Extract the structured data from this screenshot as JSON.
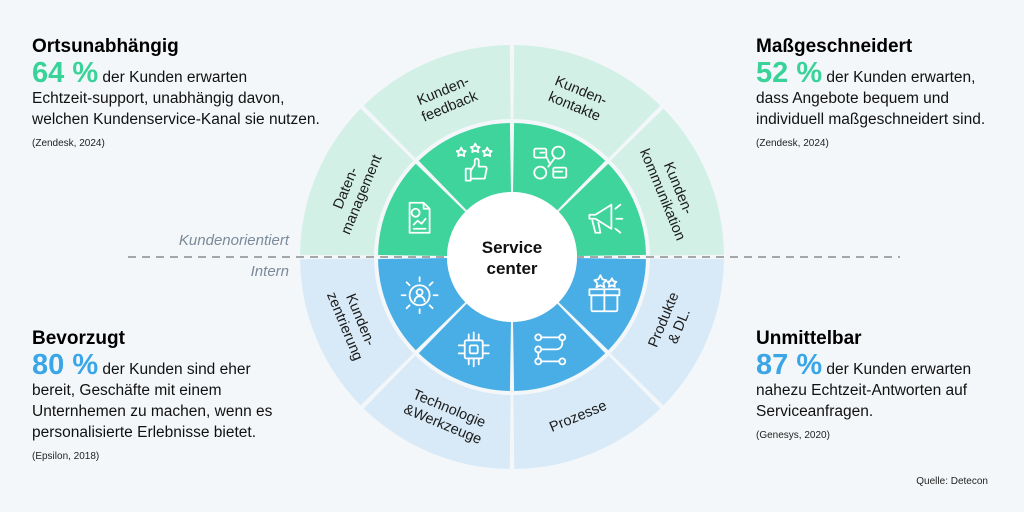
{
  "stats": {
    "top_left": {
      "title": "Ortsunabhängig",
      "percent": "64 %",
      "text_lead": " der Kunden erwarten",
      "text_rest": "Echtzeit-support, unabhängig davon, welchen Kundenservice-Kanal sie nutzen.",
      "source": "(Zendesk, 2024)"
    },
    "top_right": {
      "title": "Maßgeschneidert",
      "percent": "52 %",
      "text_lead": " der Kunden erwarten,",
      "text_rest": "dass Angebote bequem und individuell maßgeschneidert sind.",
      "source": "(Zendesk, 2024)"
    },
    "bottom_left": {
      "title": "Bevorzugt",
      "percent": "80 %",
      "text_lead": " der Kunden sind eher",
      "text_rest": "bereit, Geschäfte mit einem Unternhemen zu machen, wenn es personalisierte Erlebnisse bietet.",
      "source": "(Epsilon, 2018)"
    },
    "bottom_right": {
      "title": "Unmittelbar",
      "percent": "87 %",
      "text_lead": " der Kunden erwarten",
      "text_rest": "nahezu Echtzeit-Antworten auf Serviceanfragen.",
      "source": "(Genesys, 2020)"
    }
  },
  "diagram": {
    "center": [
      "Service",
      "center"
    ],
    "zone_top": "Kundenorientiert",
    "zone_bottom": "Intern",
    "segments": [
      {
        "lines": [
          "Kunden-",
          "kontakte"
        ],
        "icon": "chat-bubbles-icon"
      },
      {
        "lines": [
          "Kunden-",
          "kommunikation"
        ],
        "icon": "megaphone-icon"
      },
      {
        "lines": [
          "Produkte",
          "& DL."
        ],
        "icon": "gift-box-icon"
      },
      {
        "lines": [
          "Prozesse"
        ],
        "icon": "process-flow-icon"
      },
      {
        "lines": [
          "Technologie",
          "&Werkzeuge"
        ],
        "icon": "chip-icon"
      },
      {
        "lines": [
          "Kunden-",
          "zentrierung"
        ],
        "icon": "person-target-icon"
      },
      {
        "lines": [
          "Daten-",
          "management"
        ],
        "icon": "data-report-icon"
      },
      {
        "lines": [
          "Kunden-",
          "feedback"
        ],
        "icon": "thumbs-up-stars-icon"
      }
    ],
    "colors": {
      "green_outer": "#d2f0e5",
      "green_inner": "#3fd49c",
      "blue_outer": "#d8eaf7",
      "blue_inner": "#4aaee6"
    }
  },
  "source_note": "Quelle: Detecon"
}
